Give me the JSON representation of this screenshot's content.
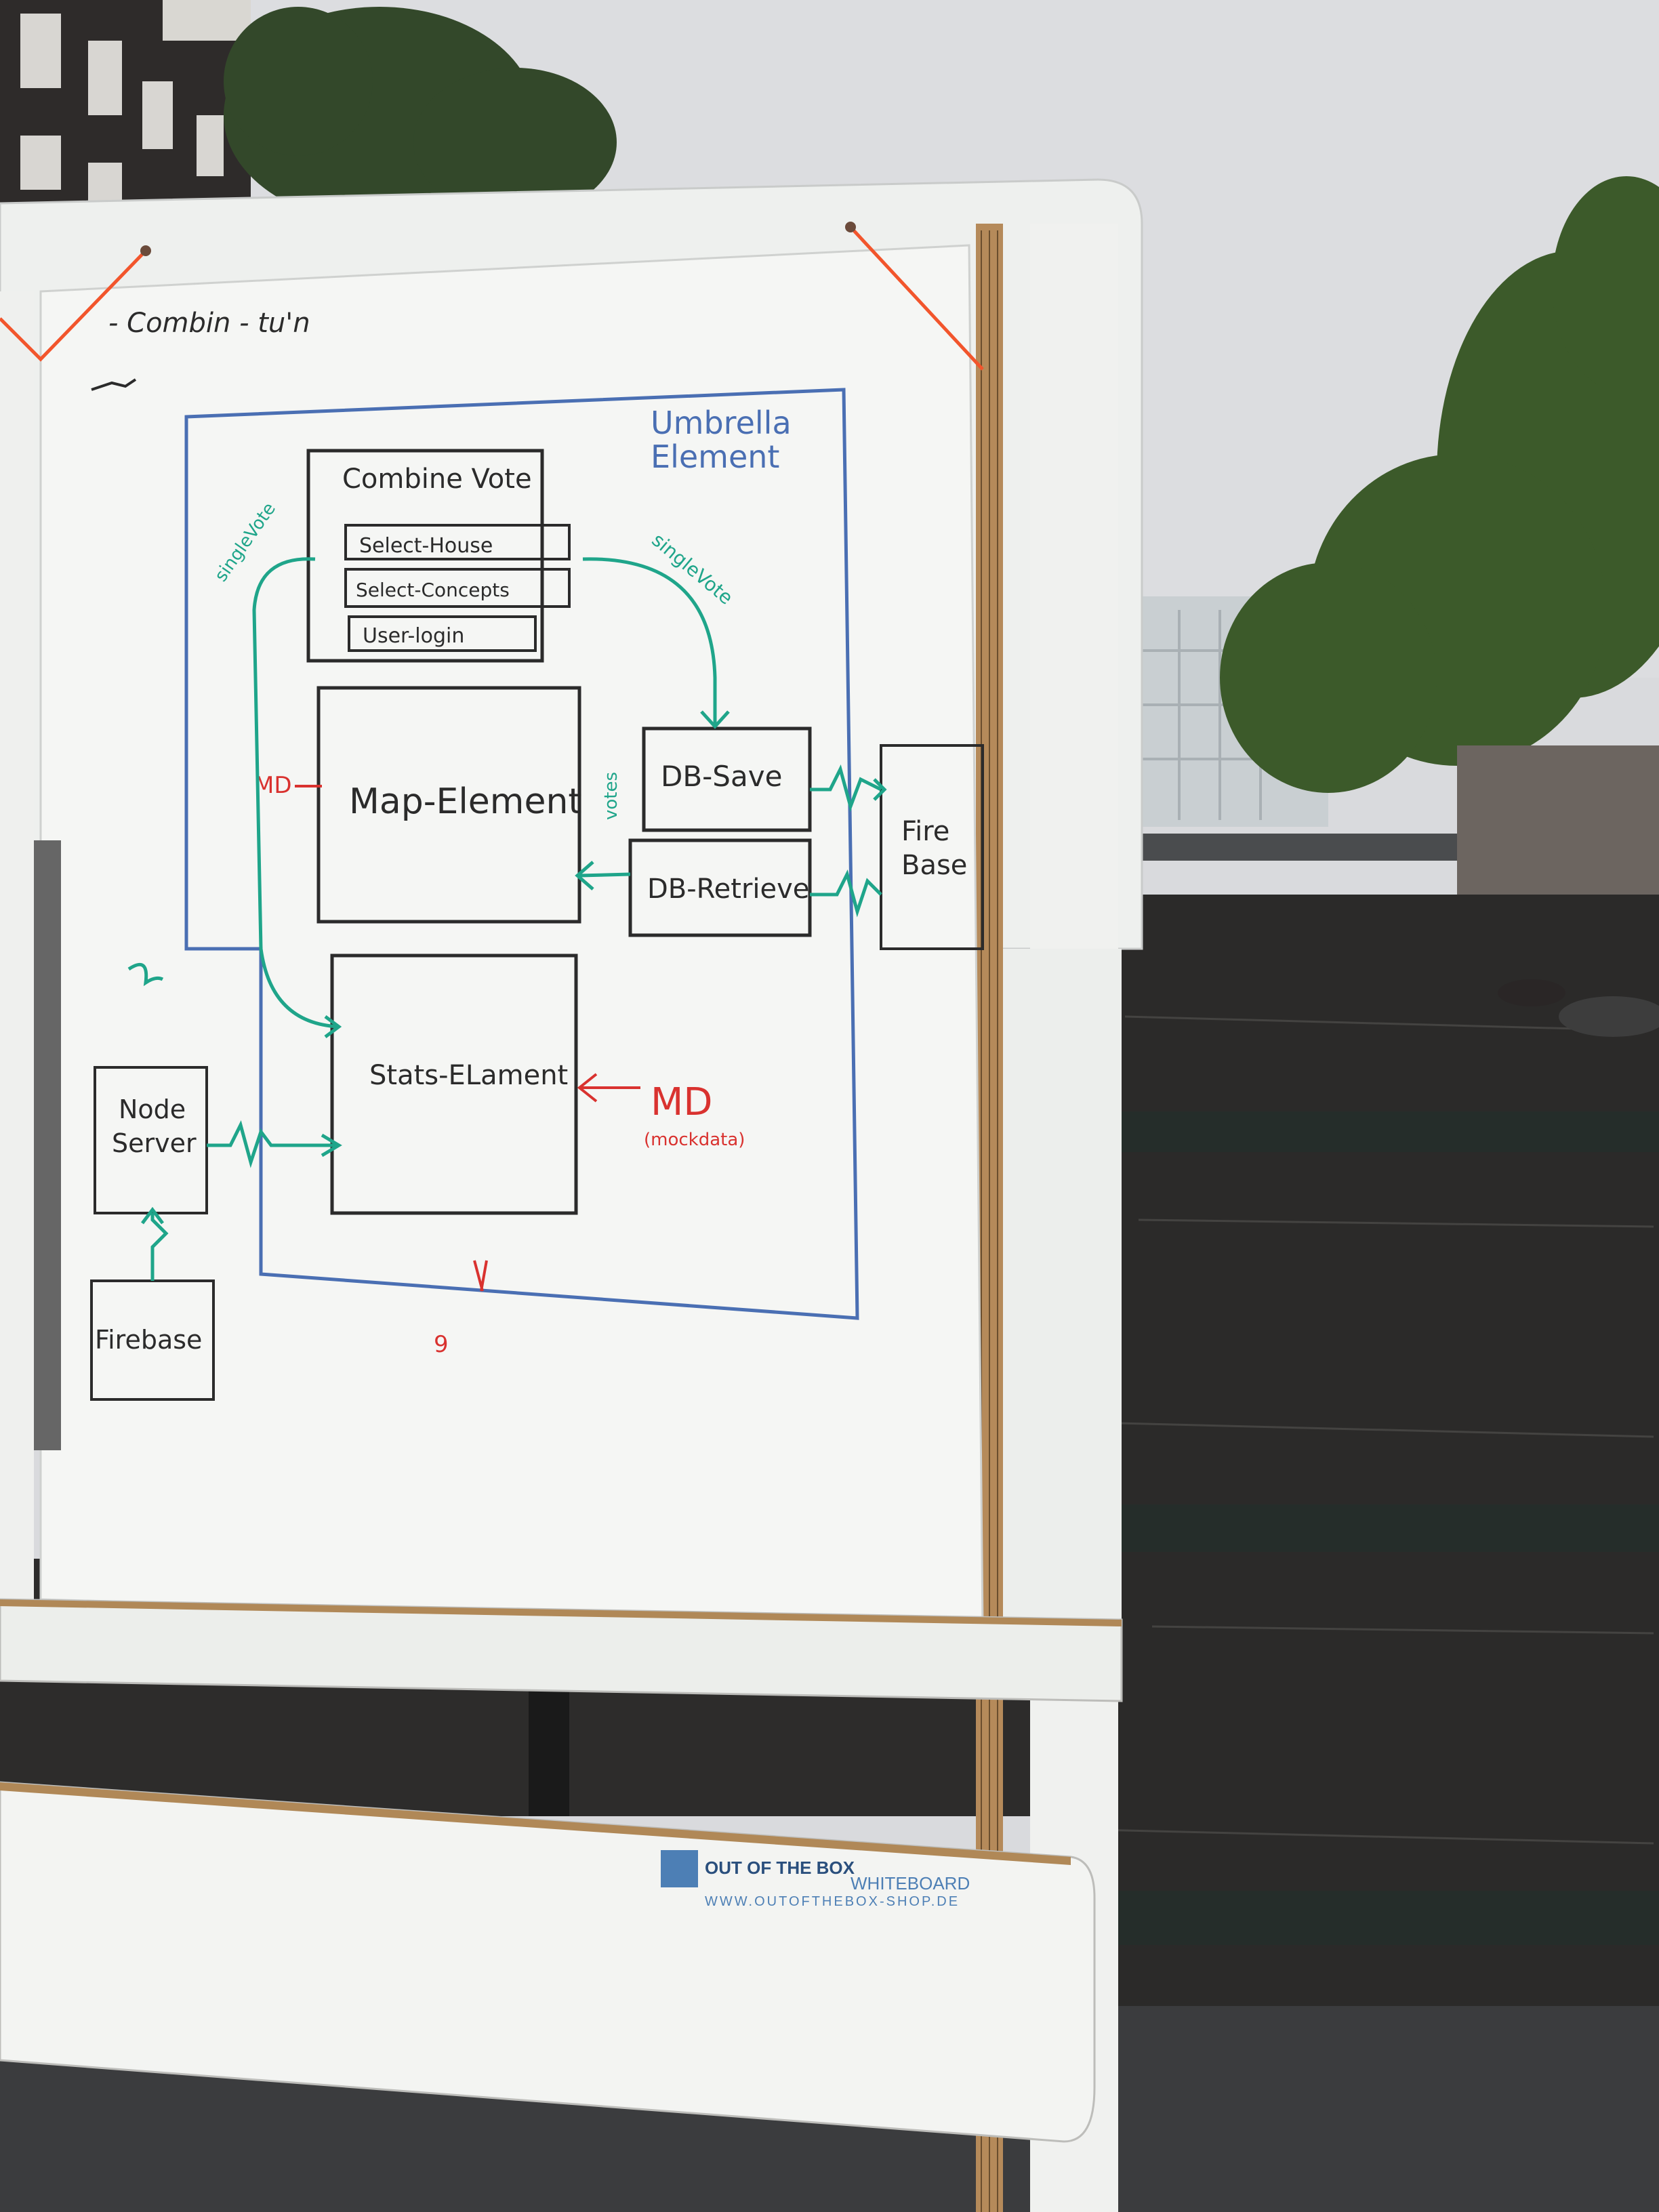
{
  "colors": {
    "sky": "#dfe0e3",
    "water": "#2a2a2a",
    "tree": "#2f4a24",
    "board": "#f4f5f3",
    "black_marker": "#2b2b2b",
    "blue_marker": "#4a6fb3",
    "green_marker": "#1fa58a",
    "red_marker": "#d9322f",
    "string": "#f2552c",
    "logo_blue": "#4d7fb5"
  },
  "whiteboard": {
    "top_note": "- Combin - tu'n",
    "umbrella_label_1": "Umbrella",
    "umbrella_label_2": "Element",
    "combine_vote": "Combine Vote",
    "select_house": "Select-House",
    "select_concepts": "Select-Concepts",
    "user_login": "User-login",
    "single_vote_left": "singleVote",
    "single_vote_right": "singleVote",
    "map_element": "Map-Element",
    "md_left": "MD",
    "votes": "votes",
    "db_save": "DB-Save",
    "db_retrieve": "DB-Retrieve",
    "fire_base_1": "Fire",
    "fire_base_2": "Base",
    "stats_element": "Stats-ELament",
    "md_right": "MD",
    "mockdata": "(mockdata)",
    "node_1": "Node",
    "node_2": "Server",
    "firebase_bottom": "Firebase",
    "red_mark": "9"
  },
  "brand": {
    "name_left": "OUT OF THE BOX",
    "name_right": "WHITEBOARD",
    "url": "WWW.OUTOFTHEBOX-SHOP.DE"
  }
}
